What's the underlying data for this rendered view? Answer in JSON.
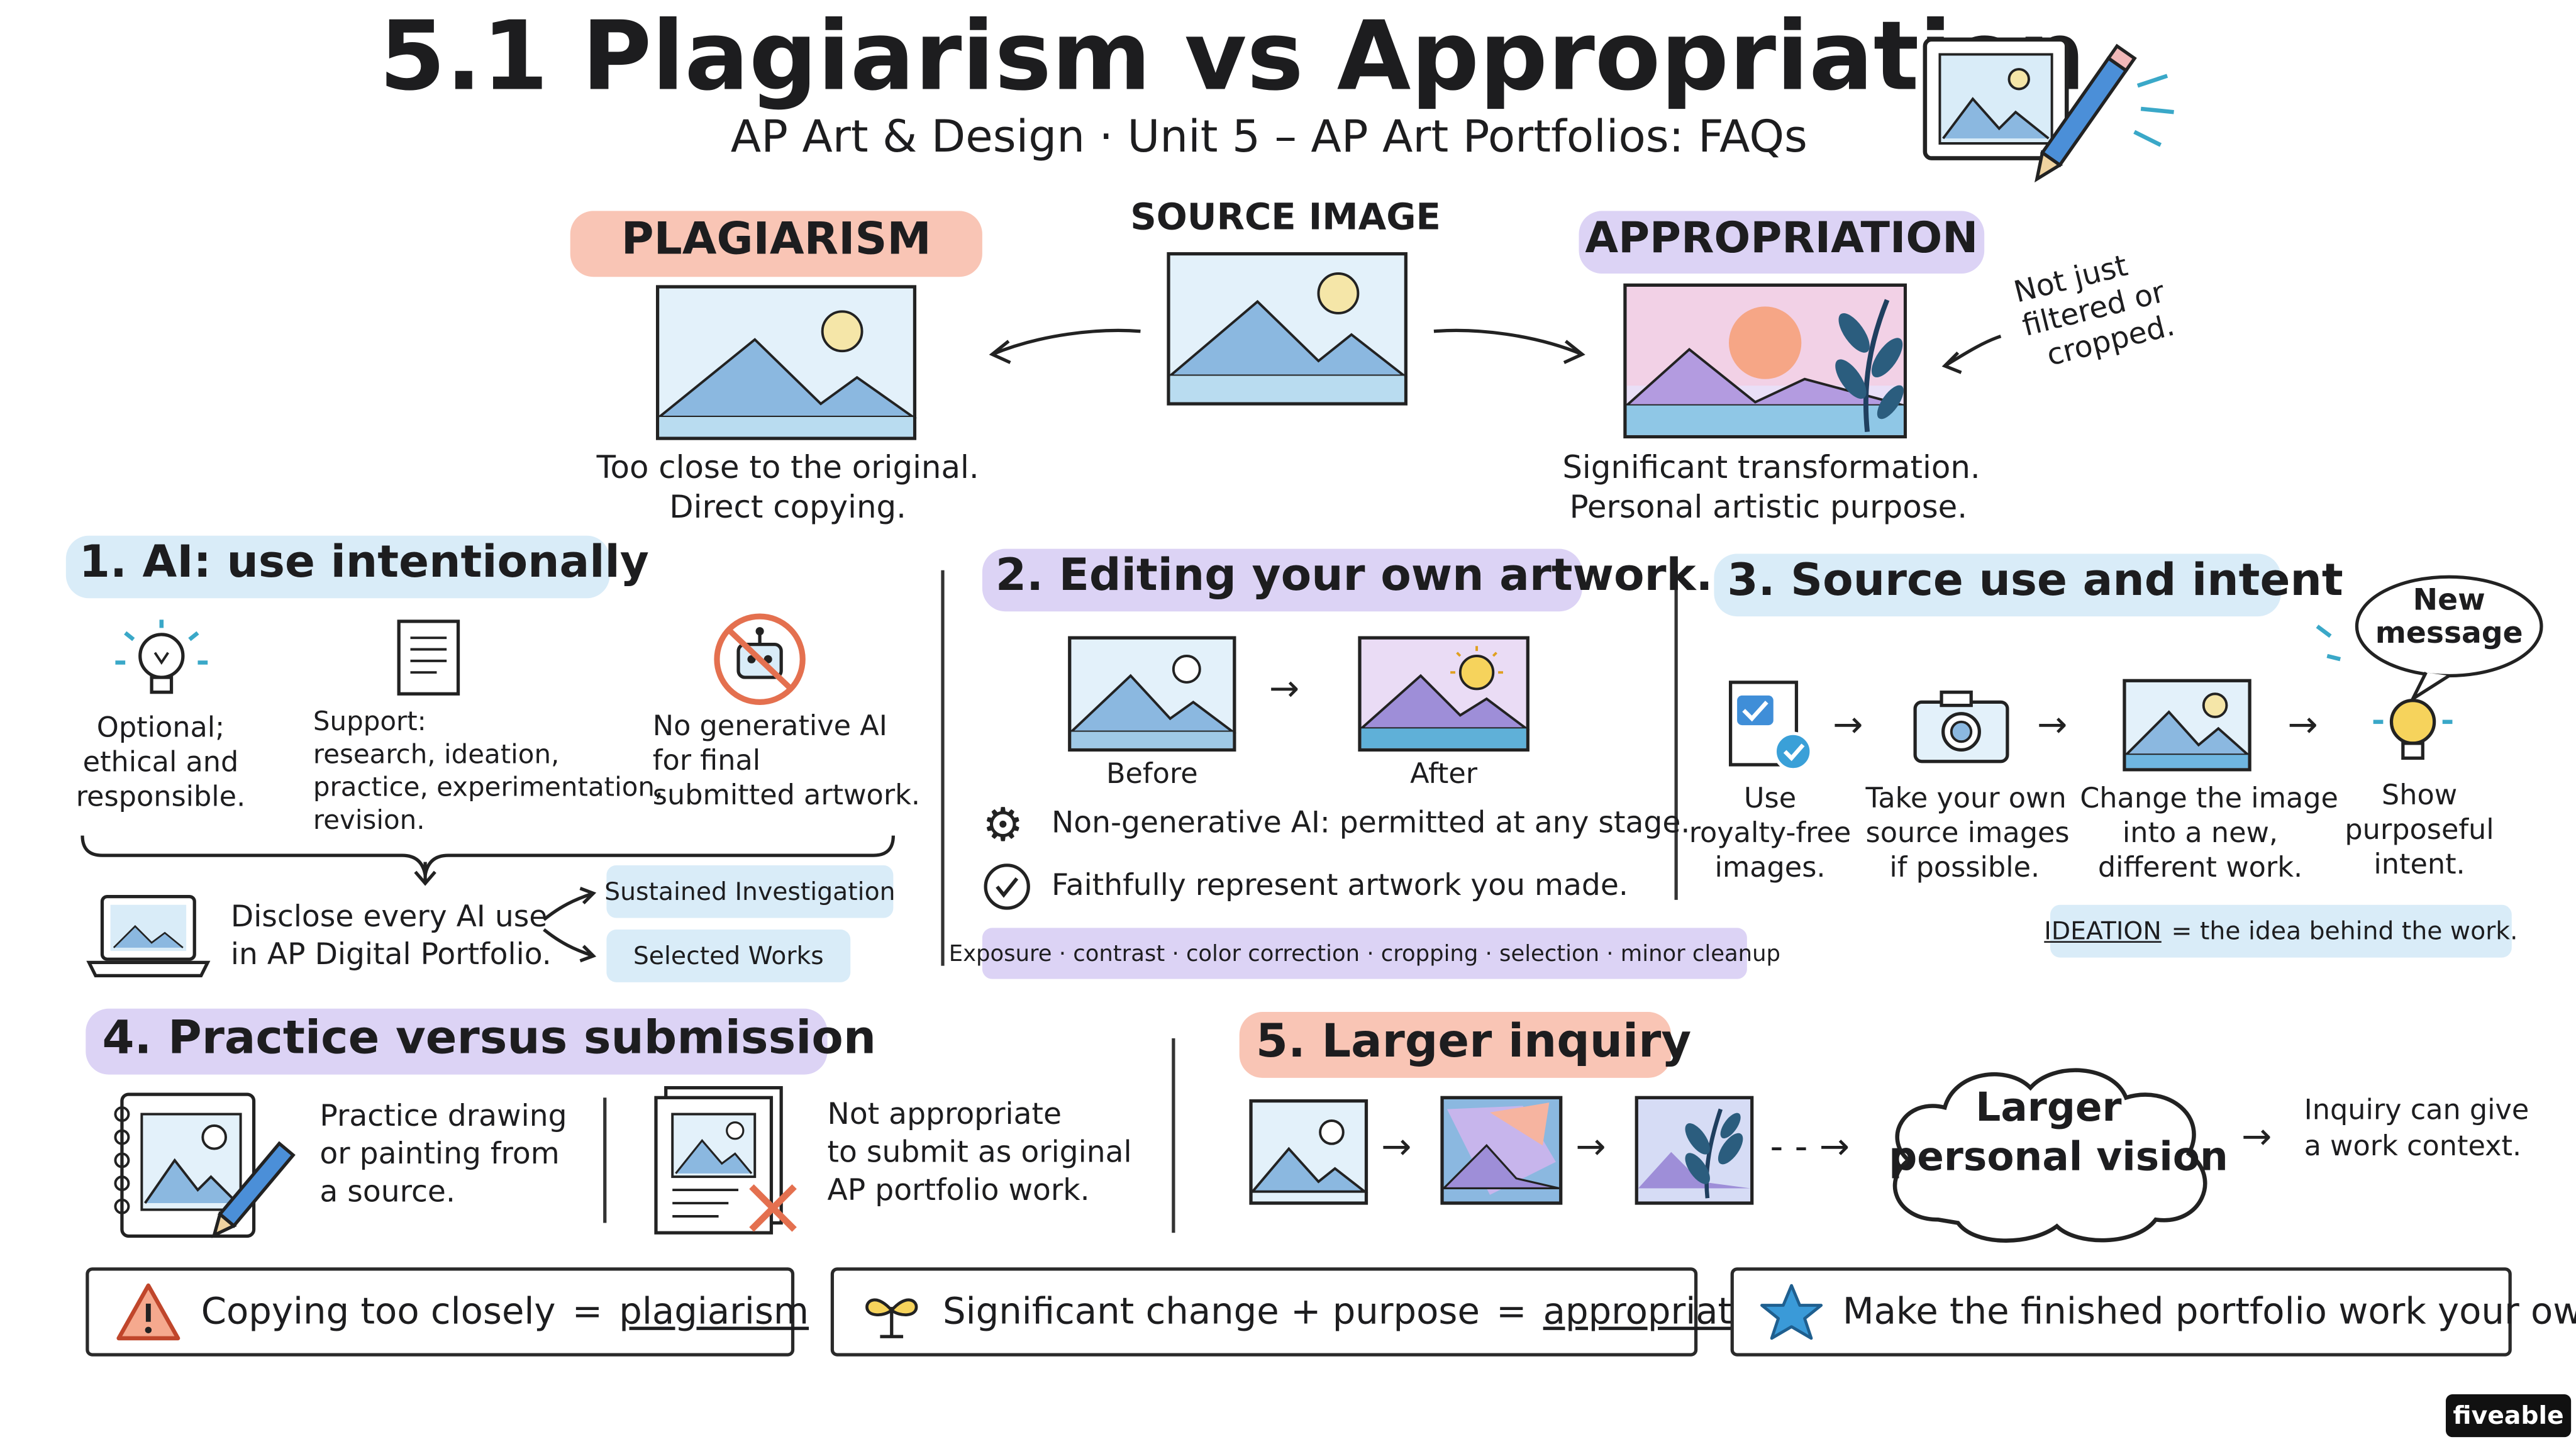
{
  "header": {
    "title": "5.1 Plagiarism vs Appropriation",
    "subtitle": "AP Art & Design · Unit 5 – AP Art Portfolios: FAQs"
  },
  "top": {
    "plagiarism_label": "PLAGIARISM",
    "source_label": "SOURCE IMAGE",
    "appropriation_label": "APPROPRIATION",
    "plagiarism_caption_1": "Too close to the original.",
    "plagiarism_caption_2": "Direct copying.",
    "appropriation_caption_1": "Significant transformation.",
    "appropriation_caption_2": "Personal artistic purpose.",
    "side_note_1": "Not just",
    "side_note_2": "filtered or",
    "side_note_3": "cropped."
  },
  "section1": {
    "title": "1. AI: use intentionally",
    "item1_lines": [
      "Optional;",
      "ethical and",
      "responsible."
    ],
    "item2_lines": [
      "Support:",
      "research, ideation,",
      "practice, experimentation,",
      "revision."
    ],
    "item3_lines": [
      "No generative AI",
      "for final",
      "submitted artwork."
    ],
    "disclose_1": "Disclose every AI use",
    "disclose_2": "in AP Digital Portfolio.",
    "tag1": "Sustained Investigation",
    "tag2": "Selected Works"
  },
  "section2": {
    "title": "2. Editing your own artwork.",
    "before": "Before",
    "after": "After",
    "line1": "Non-generative AI: permitted at any stage.",
    "line2": "Faithfully represent artwork you made.",
    "tags": "Exposure · contrast · color correction · cropping · selection · minor cleanup"
  },
  "section3": {
    "title": "3. Source use and intent",
    "bubble_1": "New",
    "bubble_2": "message",
    "step1": [
      "Use",
      "royalty-free",
      "images."
    ],
    "step2": [
      "Take your own",
      "source images",
      "if possible."
    ],
    "step3": [
      "Change the image",
      "into a new,",
      "different work."
    ],
    "step4": [
      "Show",
      "purposeful",
      "intent."
    ],
    "ideation_word": "IDEATION",
    "ideation_rest": "= the idea behind the work."
  },
  "section4": {
    "title": "4. Practice versus submission",
    "practice_lines": [
      "Practice drawing",
      "or painting from",
      "a source."
    ],
    "not_lines": [
      "Not appropriate",
      "to submit as original",
      "AP portfolio work."
    ]
  },
  "section5": {
    "title": "5. Larger inquiry",
    "cloud_1": "Larger",
    "cloud_2": "personal vision",
    "note_1": "Inquiry can give",
    "note_2": "a work context."
  },
  "footer": {
    "box1_a": "Copying too closely",
    "box1_b": "=",
    "box1_c": "plagiarism",
    "box2_a": "Significant change + purpose",
    "box2_b": "=",
    "box2_c": "appropriation",
    "box3": "Make the finished portfolio work your own",
    "brand": "fiveable"
  }
}
